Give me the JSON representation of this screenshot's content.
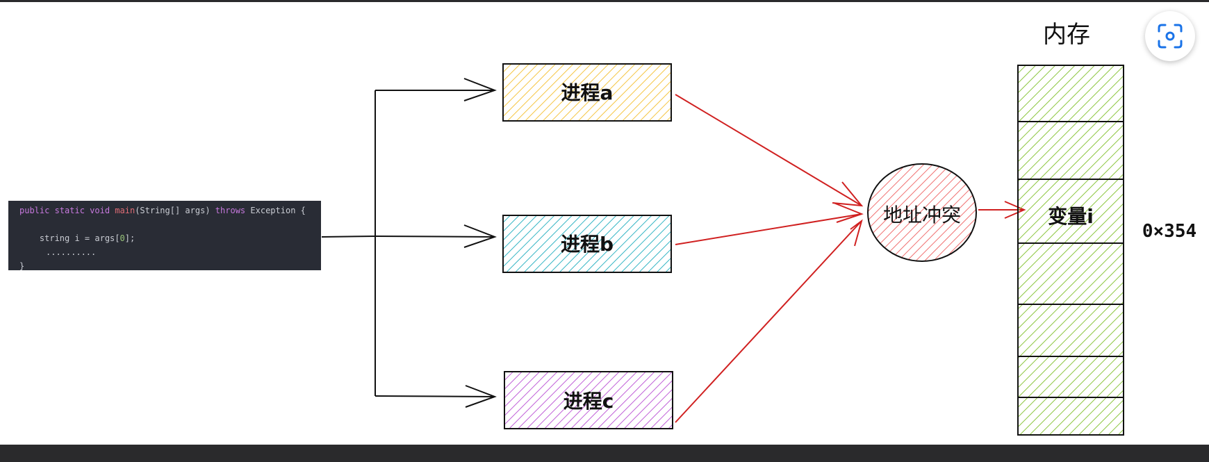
{
  "code": {
    "line1": {
      "kw": "public static void",
      "fn": "main",
      "args": "(String[] args)",
      "throws": "throws",
      "exception": "Exception {"
    },
    "line2": {
      "pre": "string i = args[",
      "num": "0",
      "post": "];"
    },
    "line3": "..........",
    "line4": "}"
  },
  "processes": [
    {
      "label": "进程a",
      "color": "#f5c542"
    },
    {
      "label": "进程b",
      "color": "#34b5c4"
    },
    {
      "label": "进程c",
      "color": "#c060d8"
    }
  ],
  "conflict": {
    "label": "地址冲突",
    "color": "#f07070"
  },
  "memory": {
    "title": "内存",
    "variable": "变量i",
    "address": "0×354",
    "color": "#8cc63f"
  },
  "colors": {
    "arrow_black": "#111111",
    "arrow_red": "#d02020"
  },
  "icons": {
    "lens": "screen-search-icon"
  }
}
